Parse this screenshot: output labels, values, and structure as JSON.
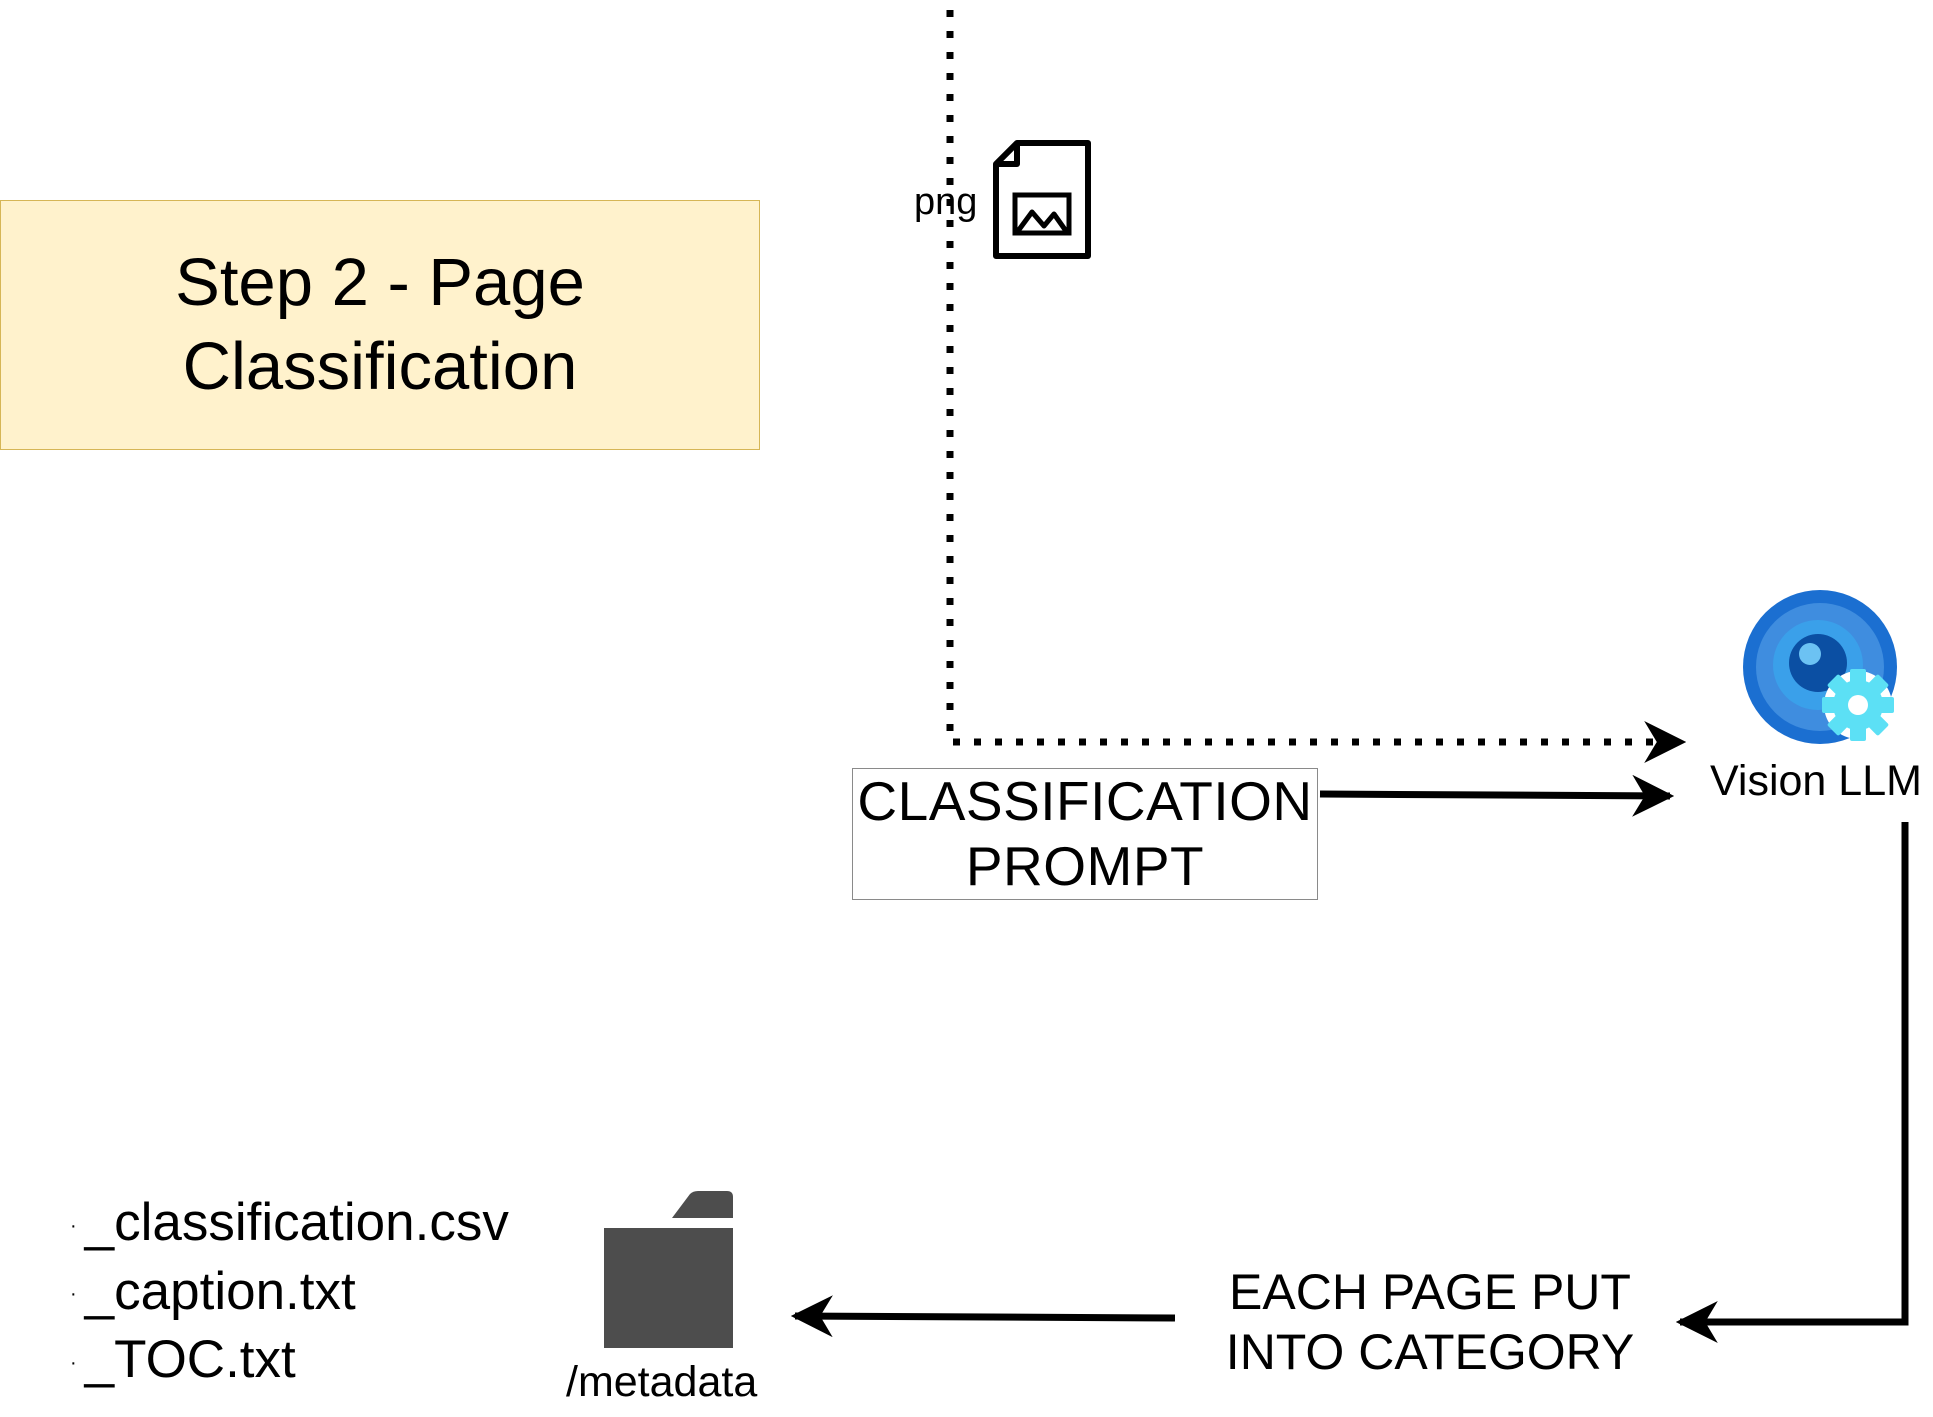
{
  "title": {
    "text": "Step 2 - Page\nClassification",
    "fill": "#fff2cc",
    "border": "#d6b656"
  },
  "input_file": {
    "label": "png",
    "icon": "image-file-icon"
  },
  "prompt": {
    "text": "CLASSIFICATION\nPROMPT"
  },
  "vision_llm": {
    "label": "Vision LLM",
    "icon": "vision-llm-icon",
    "icon_colors": [
      "#1b6fd1",
      "#3aa0ea",
      "#5ce0f5"
    ]
  },
  "category_step": {
    "text": "EACH PAGE PUT\nINTO CATEGORY"
  },
  "metadata_folder": {
    "label": "/metadata",
    "icon": "folder-icon",
    "color": "#4d4d4d"
  },
  "output_files": [
    {
      "bullet": "·",
      "name": "_classification.csv"
    },
    {
      "bullet": "·",
      "name": "_caption.txt"
    },
    {
      "bullet": "·",
      "name": "_TOC.txt"
    }
  ],
  "connectors": [
    {
      "from": "png",
      "to": "vision_llm",
      "style": "dotted"
    },
    {
      "from": "prompt",
      "to": "vision_llm",
      "style": "solid"
    },
    {
      "from": "vision_llm",
      "to": "category_step",
      "style": "solid"
    },
    {
      "from": "category_step",
      "to": "metadata_folder",
      "style": "solid"
    }
  ]
}
